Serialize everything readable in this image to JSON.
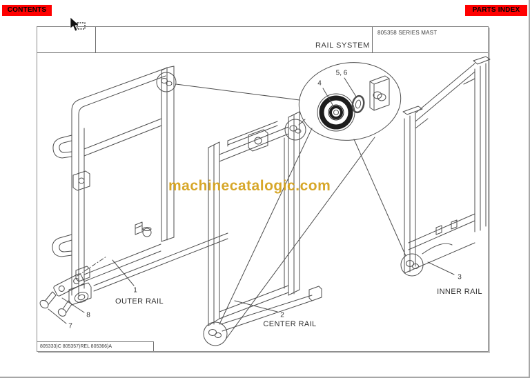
{
  "toolbar": {
    "contents_label": "CONTENTS",
    "parts_index_label": "PARTS INDEX",
    "button_color": "#ff0000",
    "button_text_color": "#000000"
  },
  "page": {
    "series_ref": "805358 SERIES MAST",
    "title": "RAIL SYSTEM",
    "revision_code": "805333)C 805357)REL 805366)A",
    "watermark": {
      "text": "machinecatalogic.com",
      "color": "#d4a017"
    }
  },
  "diagram": {
    "line_color": "#4d4d4d",
    "numbers": {
      "n1": "1",
      "n2": "2",
      "n3": "3",
      "n4": "4",
      "n56": "5, 6",
      "n7": "7",
      "n8": "8"
    },
    "labels": {
      "outer_rail": "OUTER RAIL",
      "center_rail": "CENTER RAIL",
      "inner_rail": "INNER RAIL"
    },
    "parts": [
      {
        "number": "1",
        "label": "OUTER RAIL"
      },
      {
        "number": "2",
        "label": "CENTER RAIL"
      },
      {
        "number": "3",
        "label": "INNER RAIL"
      },
      {
        "number": "4",
        "label": ""
      },
      {
        "number": "5, 6",
        "label": ""
      },
      {
        "number": "7",
        "label": ""
      },
      {
        "number": "8",
        "label": ""
      }
    ]
  }
}
